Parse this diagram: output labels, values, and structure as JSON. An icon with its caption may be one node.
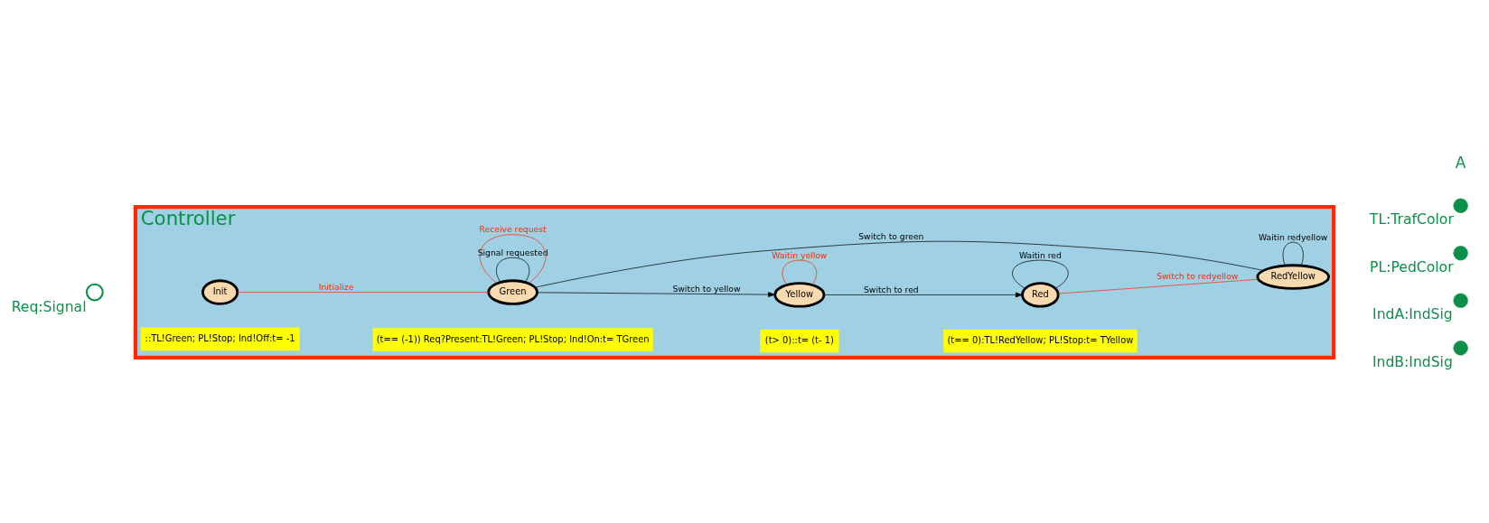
{
  "diagram": {
    "nodes": [
      {
        "text": [
          "Controller"
        ]
      },
      {
        "text": [
          "Green"
        ],
        "in": 0
      },
      {
        "text": [
          "Yellow"
        ],
        "in": 0
      },
      {
        "text": [
          "Init"
        ],
        "in": 0
      },
      {
        "text": [
          "RedYellow"
        ],
        "in": 0
      },
      {
        "text": [
          "Red"
        ],
        "in": 0
      },
      {
        "text": [],
        "shape": "circle",
        "beside": [
          "Req:Signal"
        ]
      },
      {
        "text": [],
        "shape": "circle",
        "beside": [
          "TL:TrafColor"
        ]
      },
      {
        "text": [],
        "shape": "circle",
        "beside": [
          "PL:PedColor"
        ]
      },
      {
        "text": [],
        "shape": "circle",
        "beside": [
          "IndA:IndSig"
        ]
      },
      {
        "text": [],
        "shape": "circle",
        "beside": [
          "IndB:IndSig"
        ]
      }
    ],
    "edges": [
      {
        "from": 1,
        "to": 1,
        "arrow": "none",
        "label": "Signal requested"
      },
      {
        "from": 1,
        "to": 1,
        "arrow": "none",
        "label": "Receive request",
        "color": "#ff2a00"
      },
      {
        "from": 1,
        "to": 2,
        "arrow": "to",
        "label": "Switch to yellow"
      },
      {
        "from": 3,
        "to": 1,
        "arrow": "none",
        "label": "Initialize",
        "color": "#ff2a00"
      },
      {
        "from": 4,
        "to": 1,
        "arrow": "none",
        "label": "Switch to green"
      },
      {
        "from": 2,
        "to": 2,
        "arrow": "none",
        "label": "Waitin yellow",
        "color": "#ff2a00"
      },
      {
        "from": 4,
        "to": 4,
        "arrow": "none",
        "label": "Waitin redyellow"
      },
      {
        "from": 2,
        "to": 5,
        "arrow": "to",
        "label": "Switch to red"
      },
      {
        "from": 5,
        "to": 4,
        "arrow": "none",
        "label": "Switch to redyellow",
        "color": "#ff2a00"
      },
      {
        "from": 5,
        "to": 5,
        "arrow": "none",
        "label": "Waitin red"
      }
    ],
    "labels": [
      "A",
      "(t== (-1)) Req?Present:TL!Green; PL!Stop; Ind!On:t= TGreen",
      "::TL!Green; PL!Stop; Ind!Off:t= -1",
      "(t> 0)::t= (t- 1)",
      "(t== 0):TL!RedYellow; PL!Stop:t= TYellow"
    ]
  }
}
